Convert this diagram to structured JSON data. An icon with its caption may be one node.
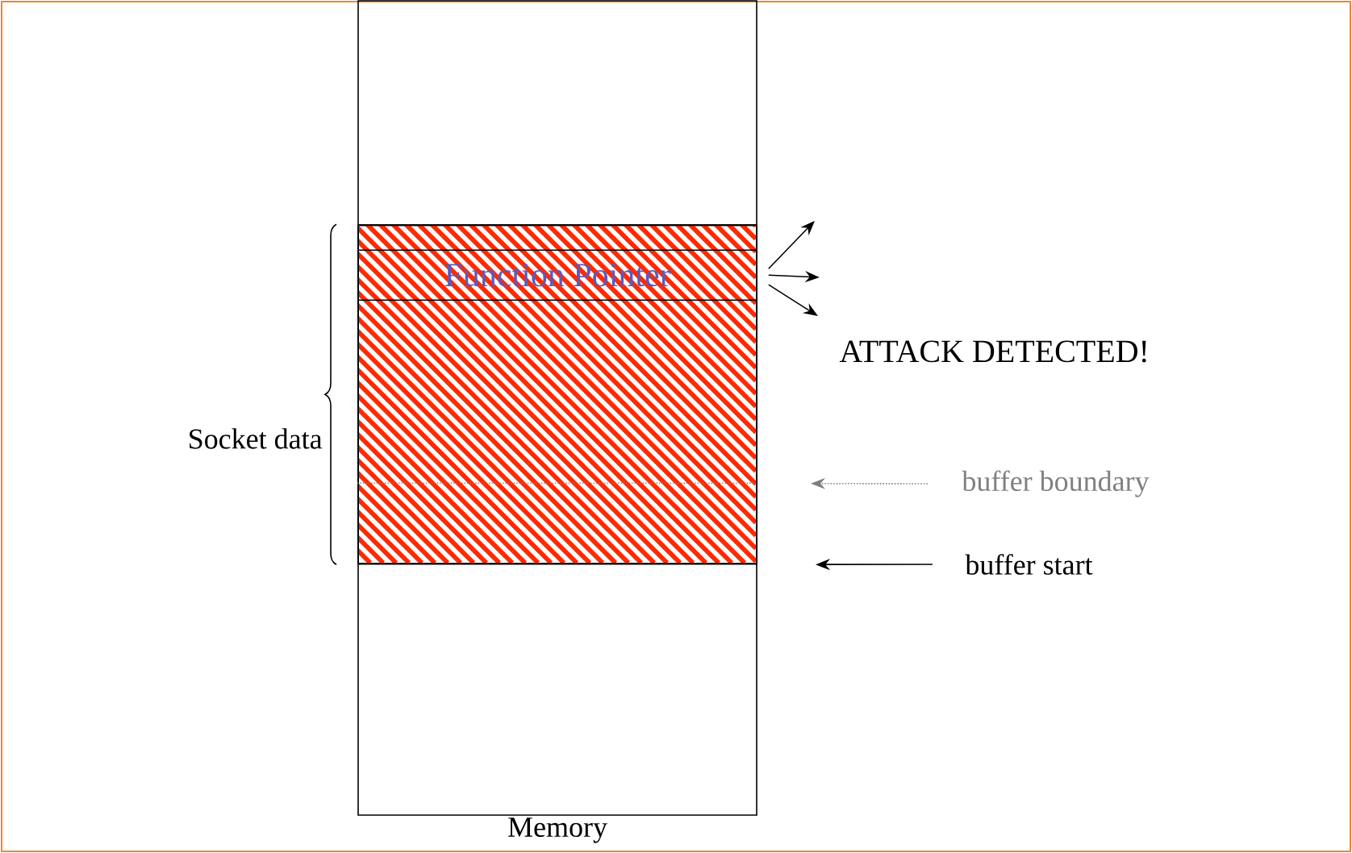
{
  "diagram": {
    "nodes": [
      {
        "text": [
          "Memory"
        ]
      },
      {
        "text": [],
        "shape": "box",
        "in": 0
      },
      {
        "text": [
          "Function Pointer"
        ],
        "in": 1
      },
      {
        "text": [
          "buffer boundary"
        ]
      },
      {
        "text": [
          "buffer start"
        ]
      }
    ],
    "edges": [
      {
        "from": 2,
        "to": null,
        "arrow": "to"
      },
      {
        "from": 2,
        "to": null,
        "arrow": "to"
      },
      {
        "from": 2,
        "to": null,
        "arrow": "to"
      },
      {
        "from": 3,
        "to": 1,
        "arrow": "to",
        "style": "dashed",
        "color": "#808080"
      },
      {
        "from": 4,
        "to": 1,
        "arrow": "to"
      }
    ],
    "labels": [
      "Socket data",
      "ATTACK DETECTED!"
    ]
  }
}
